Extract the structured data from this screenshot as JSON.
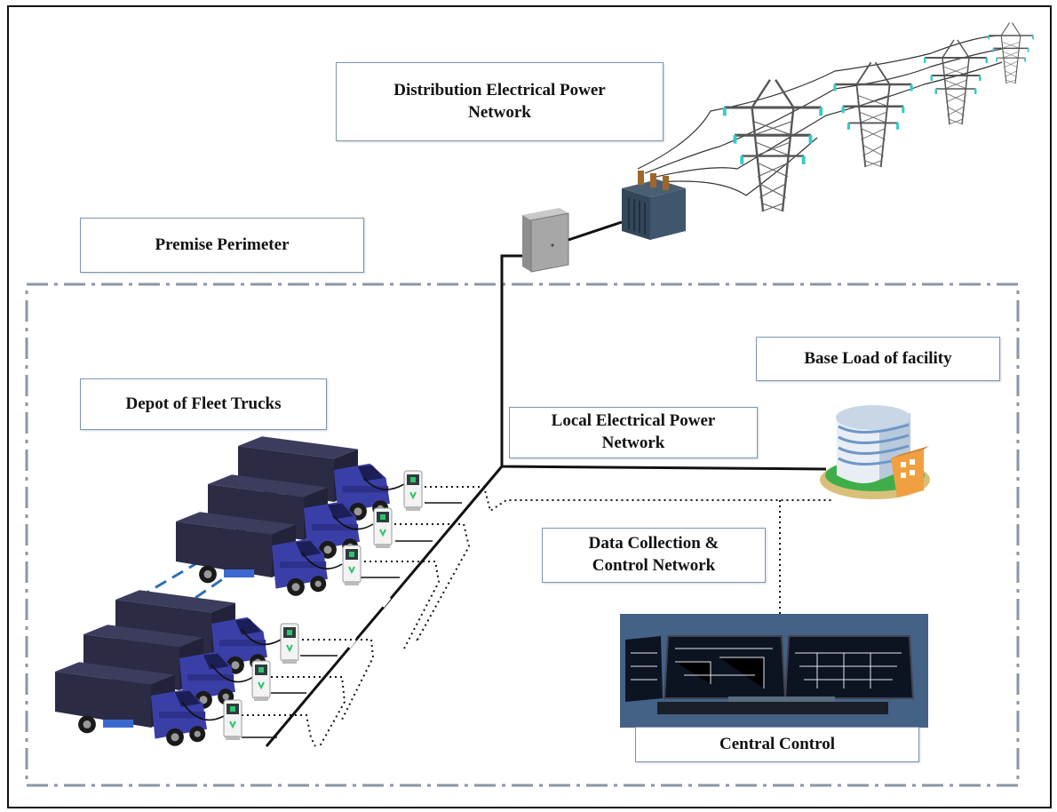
{
  "labels": {
    "distribution": "Distribution  Electrical Power\nNetwork",
    "premise": "Premise Perimeter",
    "depot": "Depot of Fleet Trucks",
    "base_load": "Base Load of facility",
    "local_network": "Local Electrical Power\nNetwork",
    "data_network": "Data Collection &\nControl Network",
    "central_control": "Central Control"
  },
  "colors": {
    "label_border": "#7f96ad",
    "perimeter": "#8a96a6",
    "truck_cargo": "#2b2b45",
    "truck_cab": "#3a3fa8",
    "power_line": "#111111",
    "ghost_line": "#2e6fb5",
    "screen_bg": "#2c4d74",
    "tower": "#555555",
    "insulator": "#33cccc"
  },
  "icons": {
    "tower": "transmission-tower-icon",
    "transformer": "transformer-icon",
    "meter_box": "electrical-cabinet-icon",
    "building": "office-building-icon",
    "truck": "delivery-truck-icon",
    "charger": "ev-charger-icon",
    "control_room": "control-room-monitors-icon"
  }
}
